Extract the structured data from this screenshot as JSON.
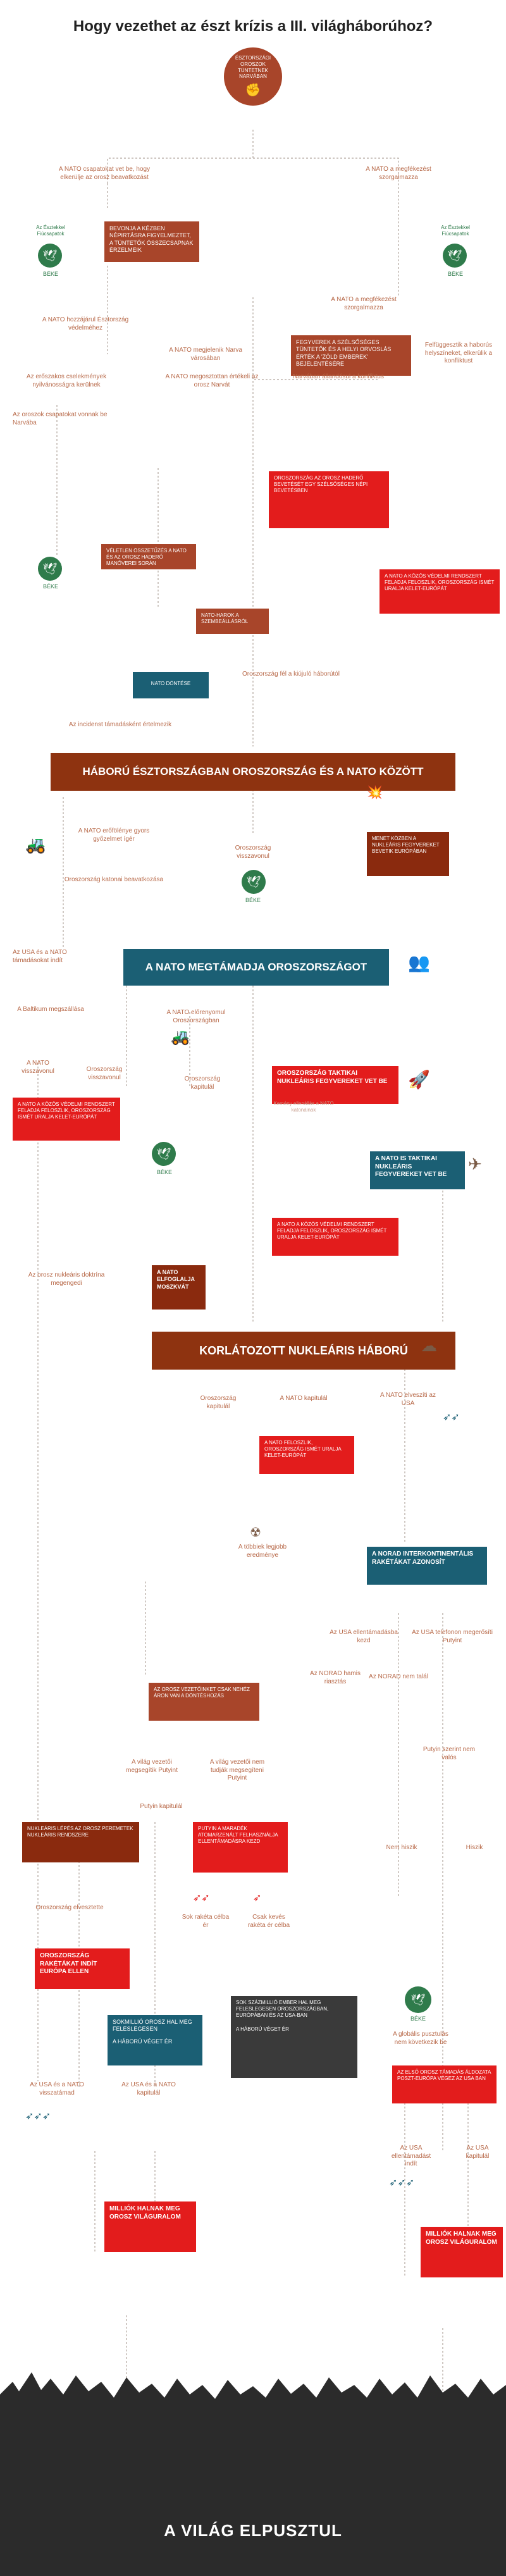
{
  "title": "Hogy vezethet az észt krízis a III. világháborúhoz?",
  "start": "ÉSZTORSZÁGI OROSZOK TÜNTETNEK NARVÁBAN",
  "nodes": {
    "t1": "A NATO csapatokat vet be, hogy elkerülje az orosz beavatkozást",
    "t2": "A NATO a megfékezést szorgalmazza",
    "g1": "Az Észtekkel Fiúcsapatok",
    "g2": "Az Észtekkel Fiúcsapatok",
    "beke": "BÉKE",
    "b1": "BEVONJA A KÉZBEN NÉPIRTÁSRA FIGYELMEZTET, A TÜNTETŐK ÖSSZECSAPNAK ÉRZELMEIK",
    "t3": "A NATO a megfékezést szorgalmazza",
    "t4": "A NATO hozzájárul Észtország védelméhez",
    "b2": "FEGYVEREK A SZÉLSŐSÉGES TÜNTETŐK ÉS A HELYI ORVOSLÁS ÉRTÉK A 'ZÖLD EMBEREK' BEJELENTÉSÉRE",
    "t5": "A NATO megjelenik Narva városában",
    "t6": "Felfüggesztik a haborús helyszíneket, elkerülik a konfliktust",
    "t7": "Az erőszakos cselekmények nyilvánosságra kerülnek",
    "t8": "A NATO megosztottan értékeli az orosz Narvát",
    "t9": "Narvában állandósul a konfliktus",
    "t10": "Az oroszok csapatokat vonnak be Narvába",
    "b3": "OROSZORSZÁG AZ OROSZ HADERŐ BEVETÉSÉT EGY SZÉLSŐSÉGES NÉPI BEVETÉSBEN",
    "r1": "A NATO A KÖZÖS VÉDELMI RENDSZERT FELADJA FELOSZLIK, OROSZORSZÁG ISMÉT URALJA KELET-EURÓPÁT",
    "b4": "VÉLETLEN ÖSSZETŰZÉS A NATO ÉS AZ OROSZ HADERŐ MANŐVEREI SORÁN",
    "b5": "NATO-HAROK A SZEMBEÁLLÁSRÓL",
    "tealN": "NATO DÖNTÉSE",
    "t11": "Oroszország fél a kiújuló háborútól",
    "t12": "Az incidenst támadásként értelmezik",
    "banner1": "HÁBORÚ ÉSZTORSZÁGBAN OROSZORSZÁG ÉS A NATO KÖZÖTT",
    "t13": "A NATO erőfölénye gyors győzelmet ígér",
    "t14": "Oroszország visszavonul",
    "t15": "Oroszország katonai beavatkozása",
    "b6": "MENET KÖZBEN A NUKLEÁRIS FEGYVEREKET BEVETIK EURÓPÁBAN",
    "t16": "Az USA és a NATO támadásokat indít",
    "banner2": "A NATO MEGTÁMADJA OROSZORSZÁGOT",
    "t17": "A Baltikum megszállása",
    "t18": "A NATO előrenyomul Oroszországban",
    "t19": "A NATO visszavonul",
    "t20": "Oroszország visszavonul",
    "t21": "Oroszország kapitulál",
    "r2": "A NATO A KÖZÖS VÉDELMI RENDSZERT FELADJA FELOSZLIK, OROSZORSZÁG ISMÉT URALJA KELET-EURÓPÁT",
    "r3": "OROSZORSZÁG TAKTIKAI NUKLEÁRIS FEGYVEREKET VET BE",
    "t22": "Kemény ellenállás a NATO katonáinak",
    "teal2": "A NATO IS TAKTIKAI NUKLEÁRIS FEGYVEREKET VET BE",
    "r4": "A NATO A KÖZÖS VÉDELMI RENDSZERT FELADJA FELOSZLIK, OROSZORSZÁG ISMÉT URALJA KELET-EURÓPÁT",
    "t23": "Az orosz nukleáris doktrína megengedi",
    "d1": "A NATO ELFOGLALJA MOSZKVÁT",
    "banner3": "KORLÁTOZOTT NUKLEÁRIS HÁBORÚ",
    "t24": "Oroszország kapitulál",
    "t25": "A NATO kapitulál",
    "t26": "A NATO elveszíti az USA",
    "r5": "A NATO FELOSZLIK, OROSZORSZÁG ISMÉT URALJA KELET-EURÓPÁT",
    "t27": "A többiek legjobb eredménye",
    "teal3": "A NORAD INTERKONTINENTÁLIS RAKÉTÁKAT AZONOSÍT",
    "t28": "Az USA ellentámadásba kezd",
    "t29": "Az USA telefonon megerősíti Putyint",
    "t30": "Az NORAD hamis riasztás",
    "t31": "Az NORAD nem talál",
    "b7": "AZ OROSZ VEZETŐINKET CSAK NEHÉZ ÁRON VAN A DÖNTÉSHOZÁS",
    "t32": "A világ vezetői megsegítik Putyint",
    "t33": "A világ vezetői nem tudják megsegíteni Putyint",
    "t34": "Putyin kapitulál",
    "dr1": "NUKLEÁRIS LÉPÉS AZ OROSZ PEREMETEK NUKLEÁRIS RENDSZERE",
    "r6": "PUTYIN A MARADÉK ATOMARZENÁLT FELHASZNÁLJA ELLENTÁMADÁSRA KEZD",
    "t35": "Sok rakéta célba ér",
    "t36": "Csak kevés rakéta ér célba",
    "t37": "Oroszország elvesztette",
    "r7": "OROSZORSZÁG RAKÉTÁKAT INDÍT EURÓPA ELLEN",
    "teal4": "SOKMILLIÓ OROSZ HAL MEG FELESLEGESEN",
    "teal4b": "A HÁBORÚ VÉGET ÉR",
    "dk1": "SOK SZÁZMILLIÓ EMBER HAL MEG FELESLEGESEN OROSZORSZÁGBAN, EURÓPÁBAN ÉS AZ USA-BAN",
    "dk1b": "A HÁBORÚ VÉGET ÉR",
    "t38": "Putyin szerint nem valós",
    "t39": "Nem hiszik",
    "t40": "Hiszik",
    "t41": "A globális pusztulás nem következik be",
    "r8": "AZ ELSŐ OROSZ TÁMADÁS ÁLDOZATA POSZT-EURÓPA VÉGEZ AZ USA BAN",
    "t42": "Az USA és a NATO visszatámad",
    "t43": "Az USA és a NATO kapitulál",
    "t44": "Az USA ellentámadást indít",
    "t45": "Az USA kapitulál",
    "r9": "MILLIÓK HALNAK MEG OROSZ VILÁGURALOM",
    "r10": "MILLIÓK HALNAK MEG OROSZ VILÁGURALOM",
    "end": "A VILÁG ELPUSZTUL"
  }
}
